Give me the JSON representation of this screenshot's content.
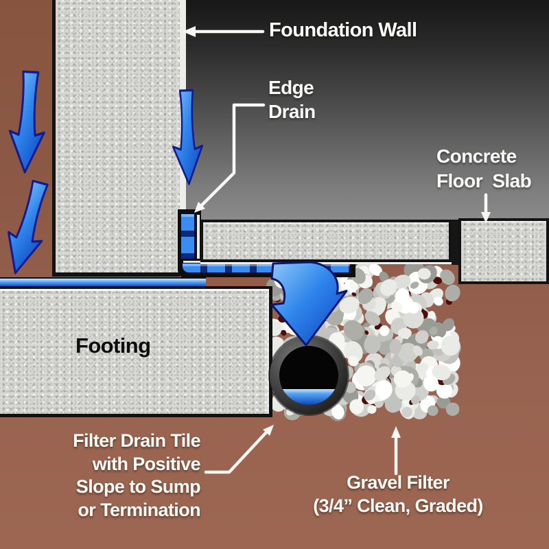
{
  "labels": {
    "foundation_wall": "Foundation Wall",
    "edge_drain": "Edge\nDrain",
    "concrete_floor_slab": "Concrete\nFloor  Slab",
    "footing": "Footing",
    "filter_drain_tile": "Filter Drain Tile\nwith Positive\nSlope to Sump\nor Termination",
    "gravel_filter": "Gravel Filter\n(3/4” Clean, Graded)"
  },
  "icons": {
    "water_flow_arrow": "blue-ribbon-arrow-down",
    "annotation_pointer": "white-arrow"
  },
  "colors": {
    "soil_brown": "#8f5b4a",
    "concrete_gray": "#d8d8d5",
    "interior_dark_top": "#1a1a1a",
    "interior_gray_bottom": "#8b8b8b",
    "water_blue": "#1565dd",
    "drain_mat_blue": "#3b8cf0",
    "navy_outline": "#12207f",
    "pipe_black": "#070707",
    "gravel_gap_maroon": "#4b0e08",
    "label_white": "#fbfbf7",
    "label_black": "#0d0d0d"
  }
}
